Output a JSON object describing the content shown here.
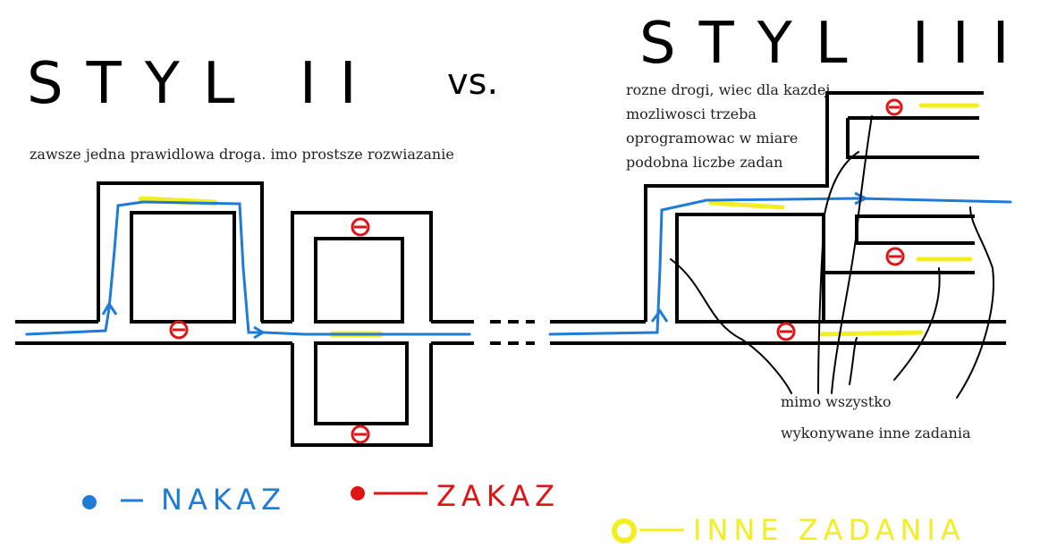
{
  "titles": {
    "left": "STYL II",
    "vs": "vs.",
    "right": "STYL III"
  },
  "notes": {
    "left_caption": "zawsze jedna prawidlowa droga. imo prostsze rozwiazanie",
    "right_caption_lines": [
      "rozne drogi, wiec dla kazdej",
      "mozliwosci trzeba",
      "oprogramowac w miare",
      "podobna liczbe zadan"
    ],
    "bottom_note_lines": [
      "mimo wszystko",
      "wykonywane inne zadania"
    ]
  },
  "legend": {
    "nakaz": {
      "label": "NAKAZ",
      "color": "#1e7bd6",
      "icon": "blue-dot-icon"
    },
    "zakaz": {
      "label": "ZAKAZ",
      "color": "#e01414",
      "icon": "red-dot-icon"
    },
    "inne": {
      "label": "INNE ZADANIA",
      "color": "#f2ee22",
      "icon": "yellow-ring-icon"
    }
  },
  "colors": {
    "road": "#000000",
    "path": "#1e7bd6",
    "forbidden": "#e01414",
    "other_task": "#f2ee22"
  }
}
